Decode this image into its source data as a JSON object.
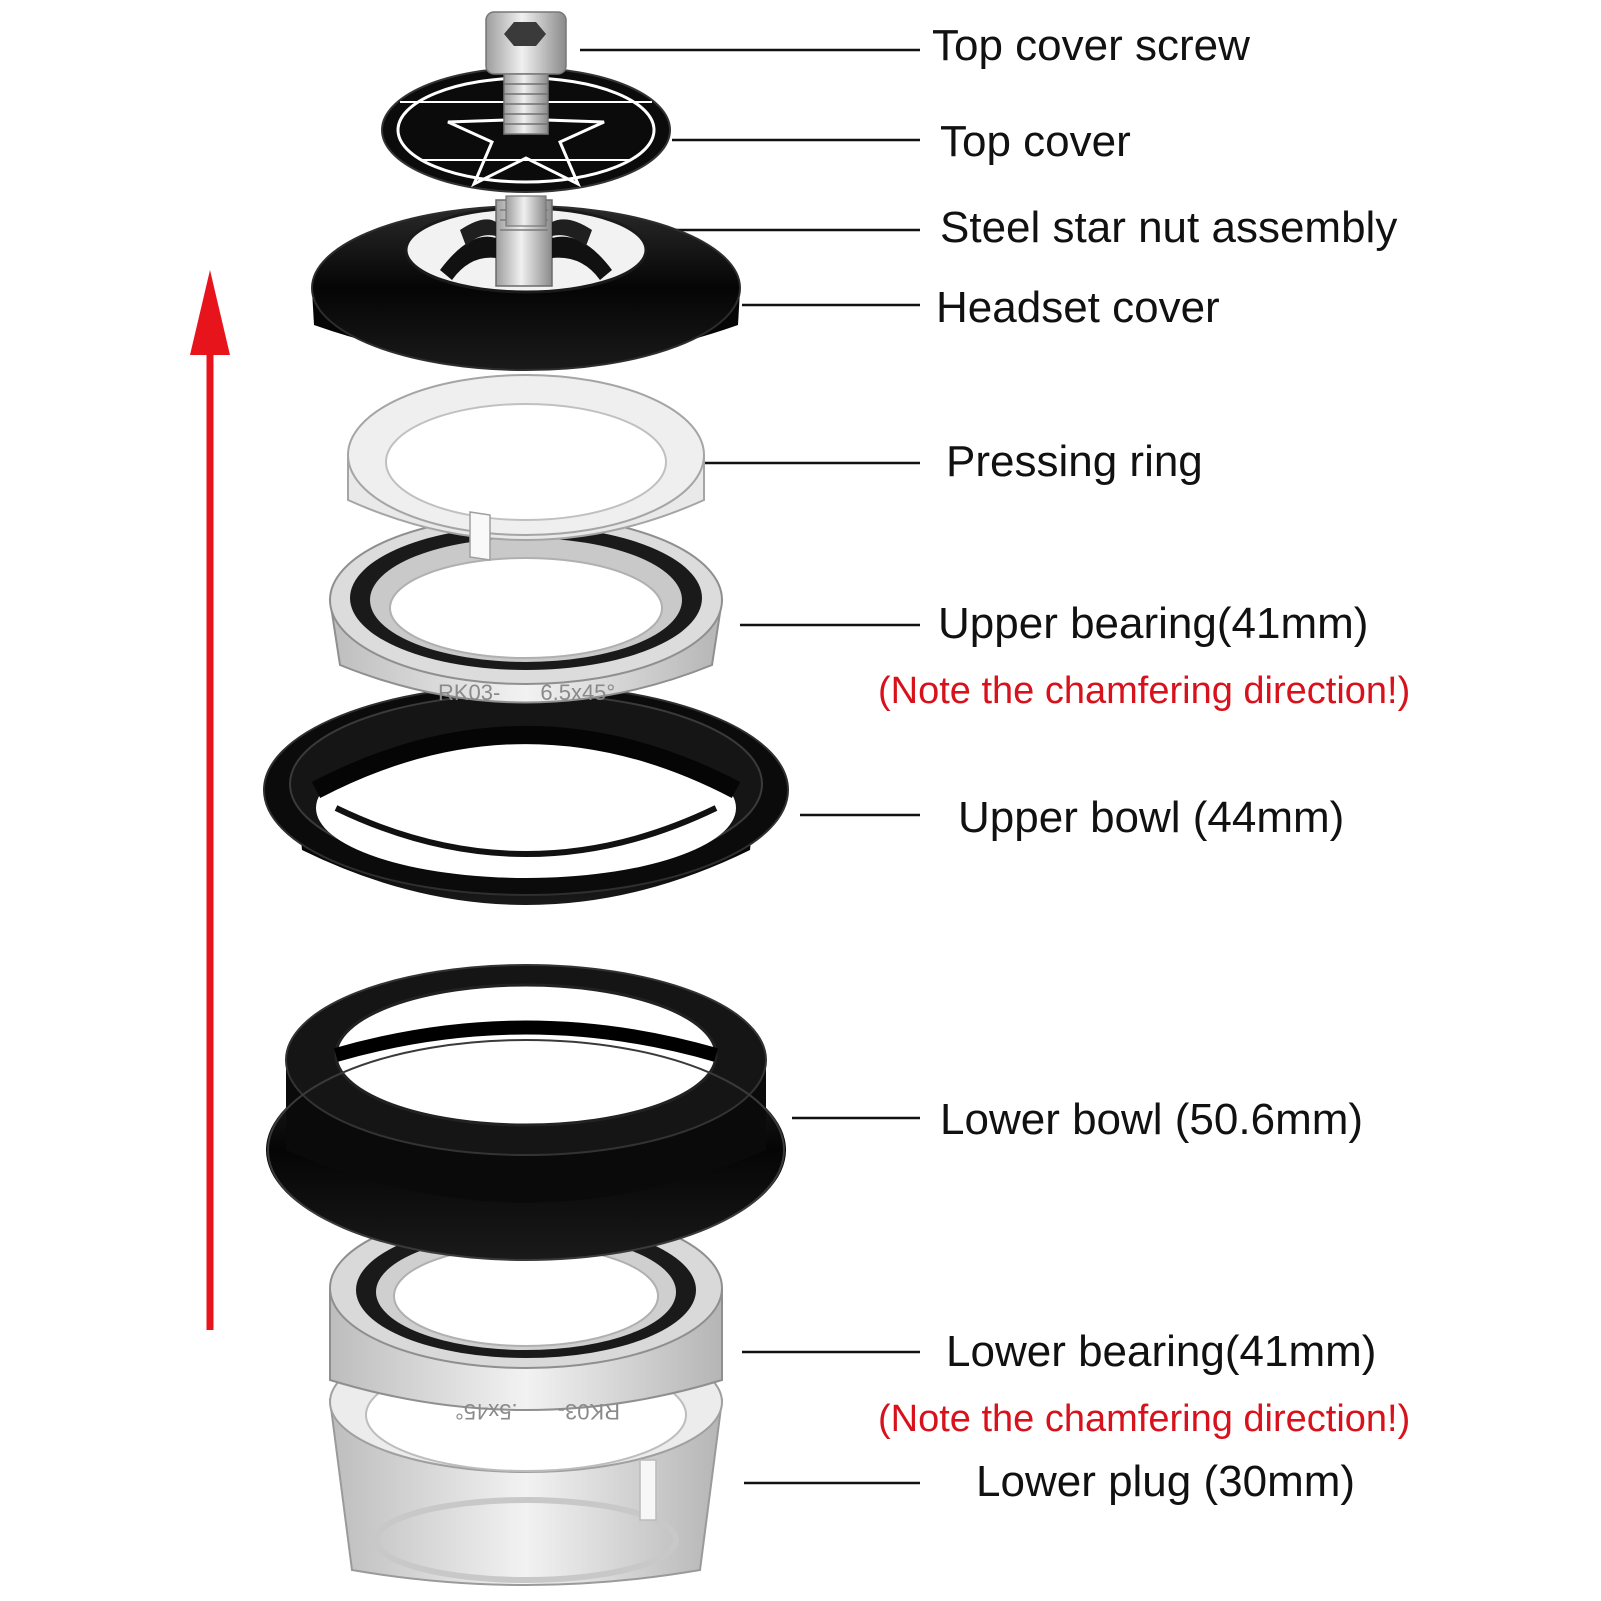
{
  "colors": {
    "arrow": "#e8141c",
    "note": "#d8121c",
    "leader": "#111111",
    "black_part": "#0c0c0c",
    "silver_part": "#d9d9d9"
  },
  "parts": [
    {
      "id": "top-cover-screw",
      "label": "Top cover screw"
    },
    {
      "id": "top-cover",
      "label": "Top cover"
    },
    {
      "id": "steel-star-nut-assembly",
      "label": "Steel star nut assembly"
    },
    {
      "id": "headset-cover",
      "label": "Headset cover"
    },
    {
      "id": "pressing-ring",
      "label": "Pressing ring"
    },
    {
      "id": "upper-bearing",
      "label": "Upper bearing(41mm)",
      "note": "(Note the chamfering direction!)"
    },
    {
      "id": "upper-bowl",
      "label": "Upper bowl (44mm)"
    },
    {
      "id": "lower-bowl",
      "label": "Lower bowl (50.6mm)"
    },
    {
      "id": "lower-bearing",
      "label": "Lower bearing(41mm)",
      "note": "(Note the chamfering direction!)"
    },
    {
      "id": "lower-plug",
      "label": "Lower plug (30mm)"
    }
  ],
  "bearing_stamps": {
    "upper": "RK03-",
    "upper_tail": "6.5x45°",
    "lower": "RK03-",
    "lower_tail": ".5x45°"
  }
}
